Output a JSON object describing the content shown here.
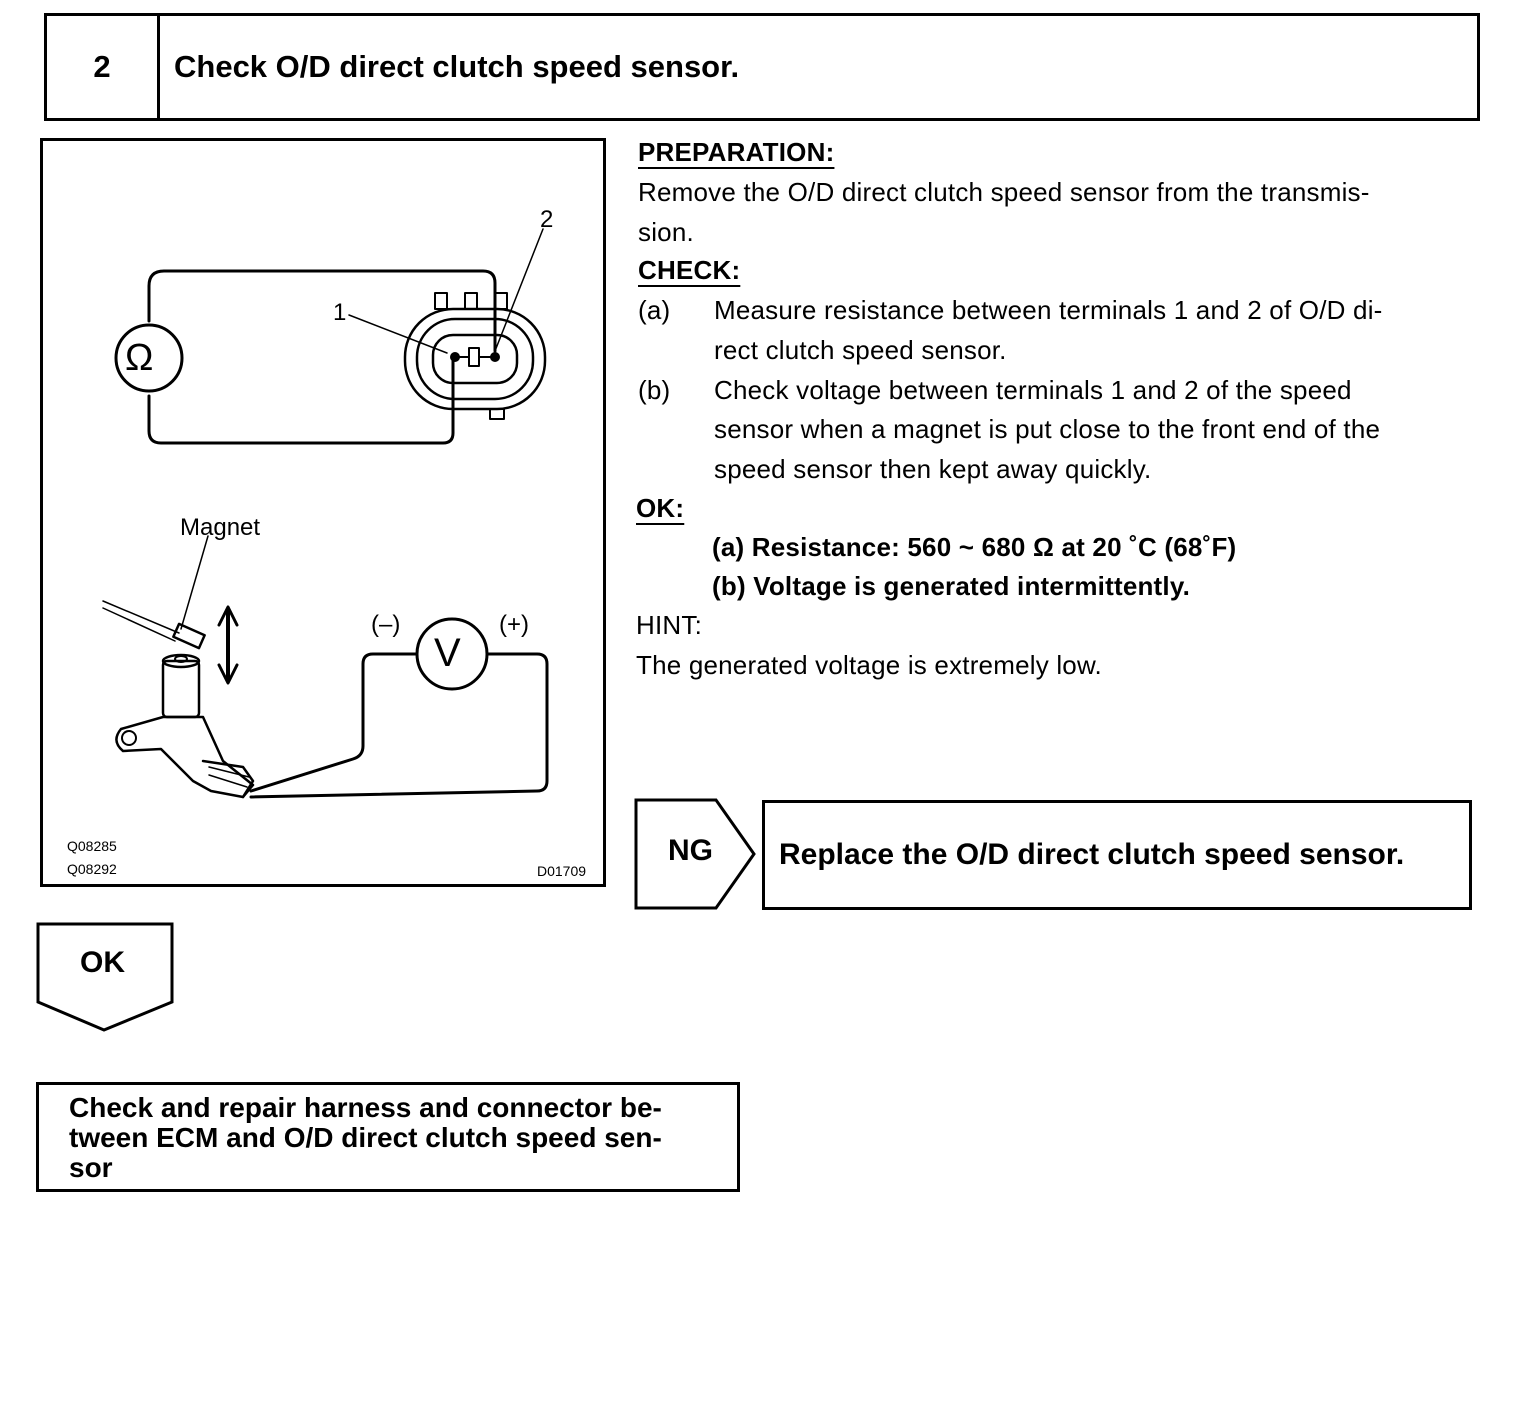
{
  "step": {
    "number": "2",
    "title": "Check O/D direct clutch speed sensor."
  },
  "figure": {
    "label_terminal_1": "1",
    "label_terminal_2": "2",
    "label_ohm": "Ω",
    "label_magnet": "Magnet",
    "label_minus": "(–)",
    "label_plus": "(+)",
    "label_volt": "V",
    "code_1": "Q08285",
    "code_2": "Q08292",
    "code_3": "D01709"
  },
  "preparation": {
    "heading": "PREPARATION:",
    "line_1": "Remove the O/D direct clutch speed sensor from the transmis-",
    "line_2": "sion."
  },
  "check": {
    "heading": "CHECK:",
    "a_label": "(a)",
    "a_line_1": "Measure resistance between terminals 1 and 2 of O/D di-",
    "a_line_2": "rect clutch speed sensor.",
    "b_label": "(b)",
    "b_line_1": "Check voltage between terminals 1 and 2 of the speed",
    "b_line_2": "sensor when a magnet is put close to the front end of the",
    "b_line_3": "speed sensor then kept away quickly."
  },
  "ok_spec": {
    "heading": "OK:",
    "a": "(a) Resistance: 560 ~ 680 Ω at 20 ˚C (68˚F)",
    "b": "(b) Voltage is generated intermittently."
  },
  "hint": {
    "heading": "HINT:",
    "text": "The generated voltage is extremely low."
  },
  "ng_branch": {
    "label": "NG",
    "action": "Replace the O/D direct clutch speed sensor."
  },
  "ok_branch": {
    "label": "OK",
    "action_line_1": "Check and repair harness and connector be-",
    "action_line_2": "tween ECM and O/D direct clutch speed sen-",
    "action_line_3": "sor"
  }
}
